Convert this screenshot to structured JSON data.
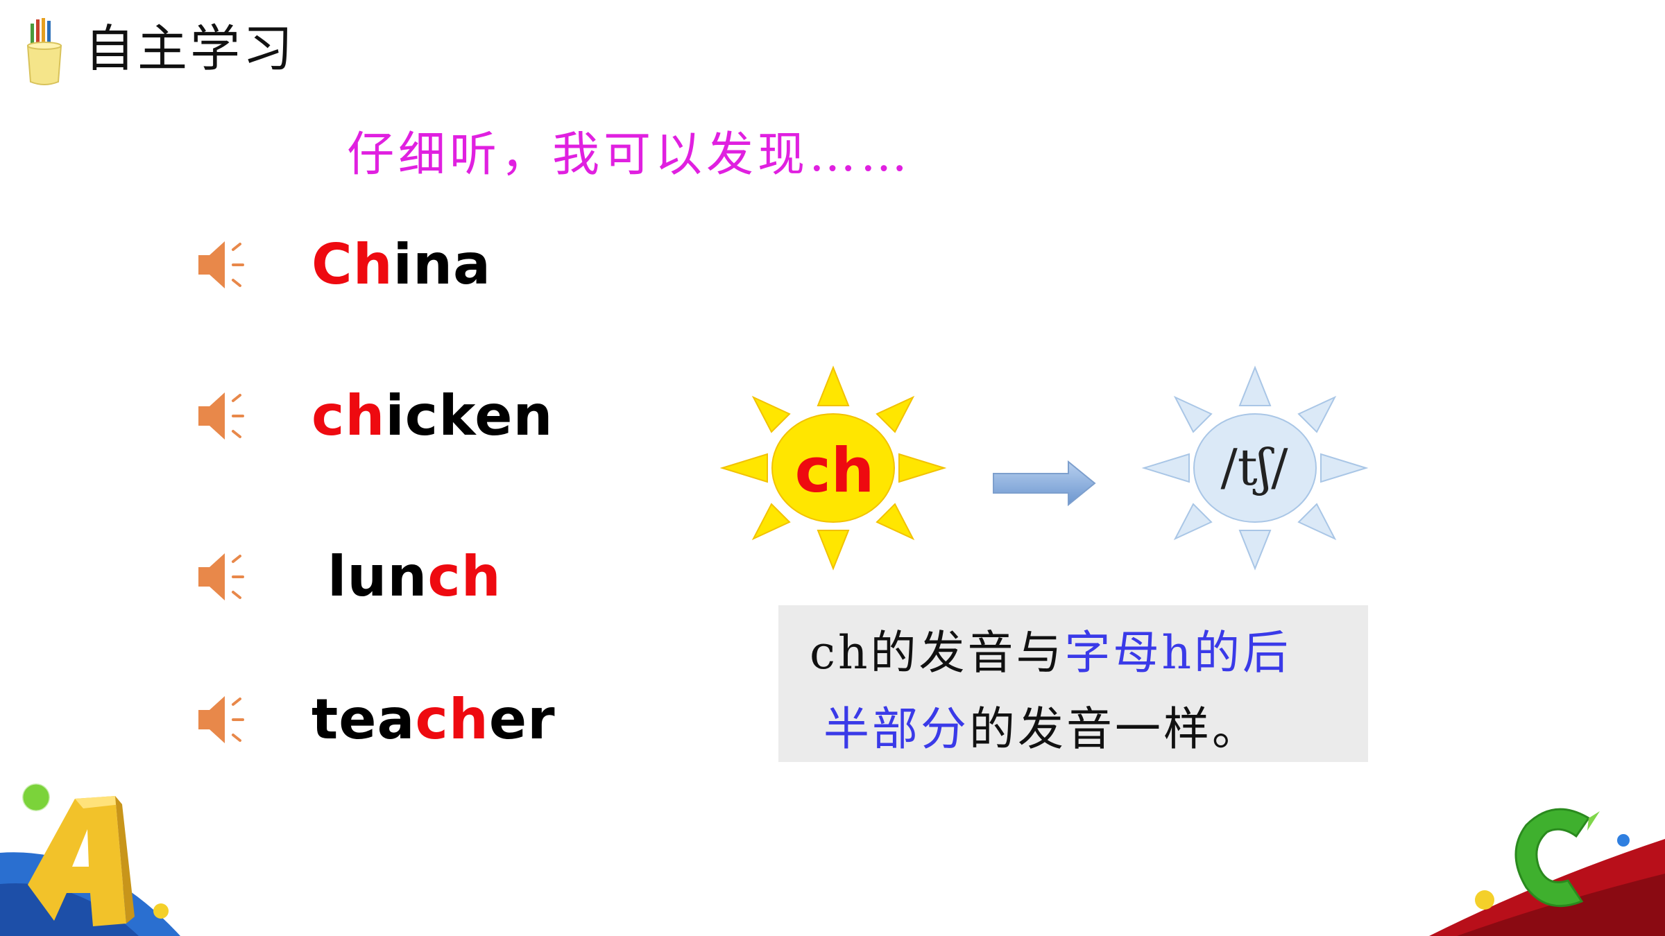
{
  "header": {
    "title": "自主学习",
    "icon": "pencil-cup-icon"
  },
  "subtitle": "仔细听，我可以发现……",
  "words": [
    {
      "parts": [
        {
          "text": "Ch",
          "highlight": true
        },
        {
          "text": "ina",
          "highlight": false
        }
      ]
    },
    {
      "parts": [
        {
          "text": "ch",
          "highlight": true
        },
        {
          "text": "icken",
          "highlight": false
        }
      ]
    },
    {
      "parts": [
        {
          "text": "lun",
          "highlight": false
        },
        {
          "text": "ch",
          "highlight": true
        }
      ]
    },
    {
      "parts": [
        {
          "text": "tea",
          "highlight": false
        },
        {
          "text": "ch",
          "highlight": true
        },
        {
          "text": "er",
          "highlight": false
        }
      ]
    }
  ],
  "diagram": {
    "letters": "ch",
    "phoneme": "/tʃ/",
    "arrow_icon": "right-arrow-icon"
  },
  "explanation": {
    "line1": [
      {
        "text": "ch的发音与",
        "emphasis": false
      },
      {
        "text": "字母h的后",
        "emphasis": true
      }
    ],
    "line2": [
      {
        "text": "半部分",
        "emphasis": true
      },
      {
        "text": "的发音一样。",
        "emphasis": false
      }
    ]
  },
  "colors": {
    "highlight": "#ee0a10",
    "subtitle": "#e020e0",
    "emphasis": "#3a3ae8",
    "speaker": "#e8884a",
    "sun_yellow": "#ffe600",
    "sun_blue": "#dbe9f7"
  }
}
